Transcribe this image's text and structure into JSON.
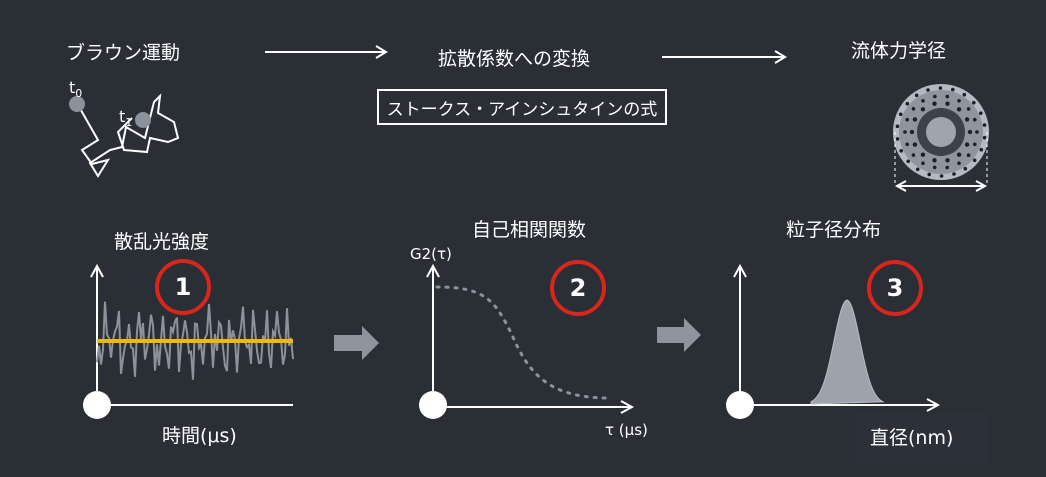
{
  "top_row": {
    "brownian": "ブラウン運動",
    "diffusion": "拡散係数への変換",
    "hydro": "流体力学径",
    "formula": "ストークス・アインシュタインの式",
    "t0_base": "t",
    "t0_sub": "0",
    "t1_base": "t",
    "t1_sub": "1"
  },
  "panels": [
    {
      "title": "散乱光強度",
      "badge": "1",
      "x_label": "時間(μs)",
      "y_label": ""
    },
    {
      "title": "自己相関関数",
      "badge": "2",
      "x_label": "τ (μs)",
      "y_label": "G2(τ)"
    },
    {
      "title": "粒子径分布",
      "badge": "3",
      "x_label": "直径(nm)",
      "y_label": ""
    }
  ],
  "colors": {
    "background": "#2a2f36",
    "badge_ring": "#d9261c",
    "baseline": "#f5b800",
    "signal": "#8a929c",
    "arrow_block": "#8d949c"
  }
}
